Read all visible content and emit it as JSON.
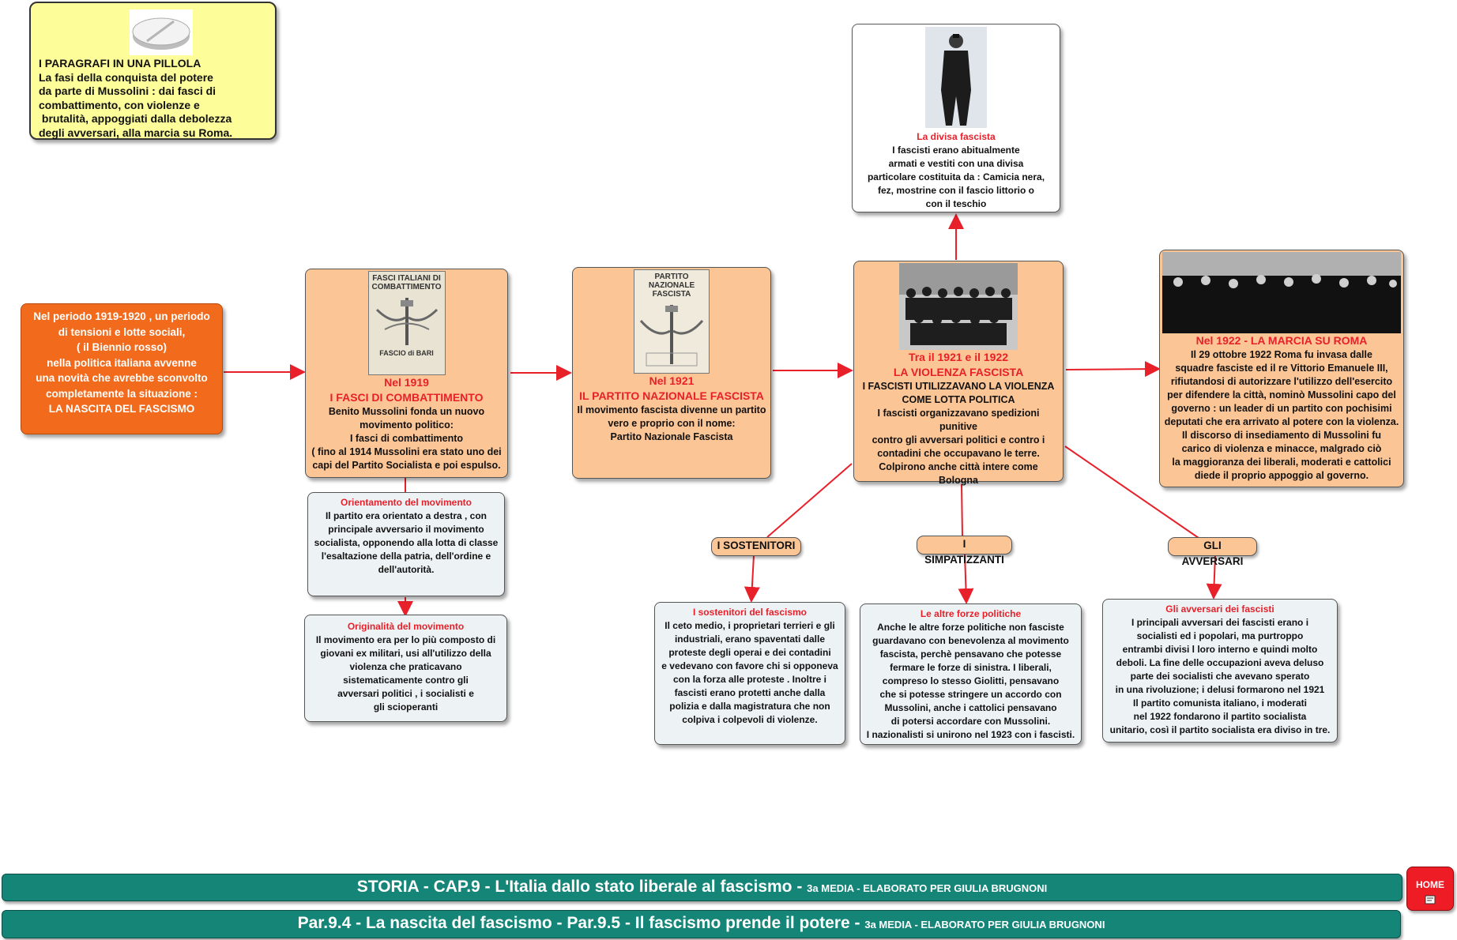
{
  "summary": {
    "line1": "I  PARAGRAFI IN UNA PILLOLA",
    "line2": "La fasi della conquista del potere",
    "line3": "da parte di Mussolini : dai fasci di",
    "line4": "combattimento, con violenze e",
    "line5": " brutalità, appoggiati dalla debolezza",
    "line6": "degli avversari, alla marcia su Roma."
  },
  "intro": {
    "line1": "Nel periodo 1919-1920 , un periodo",
    "line2": "di tensioni e lotte  sociali,",
    "line3": "( il Biennio rosso)",
    "line4": "nella politica italiana avvenne",
    "line5": "una novità  che avrebbe sconvolto",
    "line6": "completamente  la situazione  :",
    "line7": "LA NASCITA DEL FASCISMO"
  },
  "fasci": {
    "poster_text": "FASCI ITALIANI DI COMBATTIMENTO",
    "poster_sub": "FASCIO di BARI",
    "year": "Nel 1919",
    "title": "I FASCI DI COMBATTIMENTO",
    "line1": "Benito Mussolini  fonda un nuovo",
    "line2": "movimento  politico:",
    "line3": "I fasci di combattimento",
    "line4": "( fino al 1914 Mussolini era stato uno dei",
    "line5": "capi del  Partito Socialista e poi espulso."
  },
  "orientamento": {
    "title": "Orientamento del movimento",
    "line1": "Il partito era orientato a destra , con",
    "line2": "principale avversario il movimento",
    "line3": "socialista, opponendo alla lotta di classe",
    "line4": "l'esaltazione della patria, dell'ordine e",
    "line5": "dell'autorità."
  },
  "originalita": {
    "title": "Originalità del movimento",
    "line1": "Il movimento  era per lo più composto di",
    "line2": "giovani ex militari, usi all'utilizzo della",
    "line3": "violenza che praticavano",
    "line4": "sistematicamente contro gli",
    "line5": "avversari politici , i socialisti e",
    "line6": "gli scioperanti"
  },
  "partito": {
    "poster_text": "PARTITO NAZIONALE FASCISTA",
    "year": "Nel 1921",
    "title": "IL PARTITO NAZIONALE FASCISTA",
    "line1": "Il movimento fascista divenne un partito",
    "line2": "vero e proprio con il nome:",
    "line3": "Partito Nazionale Fascista"
  },
  "violenza": {
    "year": "Tra il 1921 e il 1922",
    "title": "LA VIOLENZA FASCISTA",
    "line1": "I FASCISTI UTILIZZAVANO LA VIOLENZA",
    "line2": "COME LOTTA POLITICA",
    "line3": "I fascisti organizzavano spedizioni punitive",
    "line4": "contro gli avversari politici e contro i",
    "line5": "contadini che occupavano le terre.",
    "line6": "Colpirono anche città intere come",
    "line7": "Bologna"
  },
  "divisa": {
    "title": "La divisa fascista",
    "line1": "I fascisti erano abitualmente",
    "line2": "armati e vestiti con una divisa",
    "line3": "particolare costituita da : Camicia nera,",
    "line4": "fez, mostrine con il fascio littorio o",
    "line5": "con il teschio"
  },
  "marcia": {
    "year_title": "Nel 1922  - LA MARCIA SU ROMA",
    "line1": "Il 29 ottobre 1922 Roma fu invasa dalle",
    "line2": "squadre fasciste ed il re Vittorio Emanuele III,",
    "line3": "rifiutandosi di autorizzare l'utilizzo dell'esercito",
    "line4": "per difendere la città, nominò Mussolini capo del",
    "line5": "governo : un leader di un partito con pochisimi",
    "line6": "deputati che era arrivato al potere con la violenza.",
    "line7": "Il discorso di insediamento di Mussolini fu",
    "line8": "carico di violenza e minacce, malgrado ciò",
    "line9": "la maggioranza dei liberali, moderati e cattolici",
    "line10": "diede il proprio appoggio al governo."
  },
  "labels": {
    "sostenitori": "I SOSTENITORI",
    "simpatizzanti": "I SIMPATIZZANTI",
    "avversari": "GLI AVVERSARI"
  },
  "sostenitori": {
    "title": "I sostenitori del fascismo",
    "line1": "Il ceto medio, i proprietari terrieri e gli",
    "line2": "industriali, erano spaventati dalle",
    "line3": "proteste degli operai e dei contadini",
    "line4": "e vedevano con favore chi si opponeva",
    "line5": "con la forza alle proteste . Inoltre i",
    "line6": "fascisti erano protetti anche dalla",
    "line7": "polizia e dalla magistratura che non",
    "line8": "colpiva i colpevoli di violenze."
  },
  "altre_forze": {
    "title": "Le altre forze politiche",
    "line1": "Anche le altre forze politiche non fasciste",
    "line2": "guardavano con benevolenza al movimento",
    "line3": "fascista, perchè pensavano che potesse",
    "line4": "fermare le forze di sinistra. I liberali,",
    "line5": "compreso lo stesso Giolitti, pensavano",
    "line6": "che si potesse stringere un accordo con",
    "line7": "Mussolini, anche i cattolici pensavano",
    "line8": "di potersi accordare con Mussolini.",
    "line9": "I nazionalisti si unirono nel 1923 con i fascisti."
  },
  "avversari": {
    "title": "Gli avversari dei fascisti",
    "line1": "I principali avversari dei fascisti erano i",
    "line2": "socialisti ed i popolari, ma purtroppo",
    "line3": "entrambi divisi l loro interno e quindi molto",
    "line4": "deboli. La fine delle occupazioni aveva deluso",
    "line5": "parte dei socialisti che avevano sperato",
    "line6": "in una rivoluzione; i delusi formarono nel 1921",
    "line7": "Il partito comunista italiano, i moderati",
    "line8": "nel 1922 fondarono il partito socialista",
    "line9": "unitario, così il partito socialista era diviso in tre."
  },
  "footer": {
    "bar1_main": "STORIA - CAP.9 - L'Italia dallo stato liberale al fascismo - ",
    "bar1_small": "3a MEDIA - ELABORATO  PER GIULIA BRUGNONI",
    "bar2_main": "Par.9.4 - La nascita del fascismo - Par.9.5 - Il fascismo prende il potere - ",
    "bar2_small": "3a MEDIA - ELABORATO  PER GIULIA BRUGNONI",
    "home_label": "HOME"
  },
  "colors": {
    "peach": "#fcc595",
    "orange": "#f26a1b",
    "yellow": "#fdfd9a",
    "teal": "#158578",
    "red_text": "#e8202a",
    "home_red": "#ee1c24"
  }
}
